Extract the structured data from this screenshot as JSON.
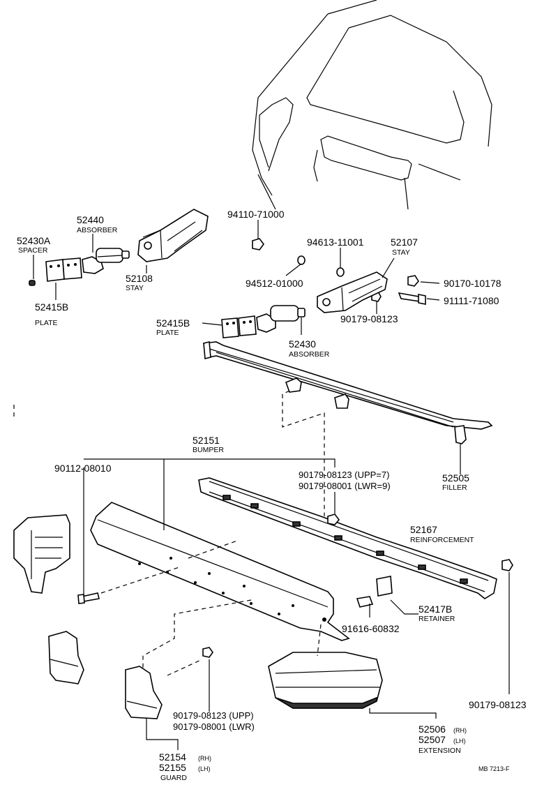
{
  "labels": {
    "p52430A": "52430A",
    "n_spacer": "SPACER",
    "p52440": "52440",
    "n_absorber1": "ABSORBER",
    "p52108": "52108",
    "n_stay1": "STAY",
    "p52415B_1": "52415B",
    "n_plate1": "PLATE",
    "p94110": "94110-71000",
    "p94613": "94613-11001",
    "p52107": "52107",
    "n_stay2": "STAY",
    "p94512": "94512-01000",
    "p90170": "90170-10178",
    "p91111": "91111-71080",
    "p90179a": "90179-08123",
    "p52415B_2": "52415B",
    "n_plate2": "PLATE",
    "p52430": "52430",
    "n_absorber2": "ABSORBER",
    "p52151": "52151",
    "n_bumper": "BUMPER",
    "p90112": "90112-08010",
    "p90179b": "90179-08123 (UPP=7)",
    "p90179c": "90179-08001 (LWR=9)",
    "p52505": "52505",
    "n_filler": "FILLER",
    "p52167": "52167",
    "n_reinforcement": "REINFORCEMENT",
    "p52417B": "52417B",
    "n_retainer": "RETAINER",
    "p91616": "91616-60832",
    "p90179d": "90179-08123 (UPP)",
    "p90179e": "90179-08001 (LWR)",
    "p90179f": "90179-08123",
    "p52154": "52154",
    "s_rh1": "(RH)",
    "p52155": "52155",
    "s_lh1": "(LH)",
    "n_guard": "GUARD",
    "p52506": "52506",
    "s_rh2": "(RH)",
    "p52507": "52507",
    "s_lh2": "(LH)",
    "n_extension": "EXTENSION",
    "ref": "MB 7213-F"
  }
}
